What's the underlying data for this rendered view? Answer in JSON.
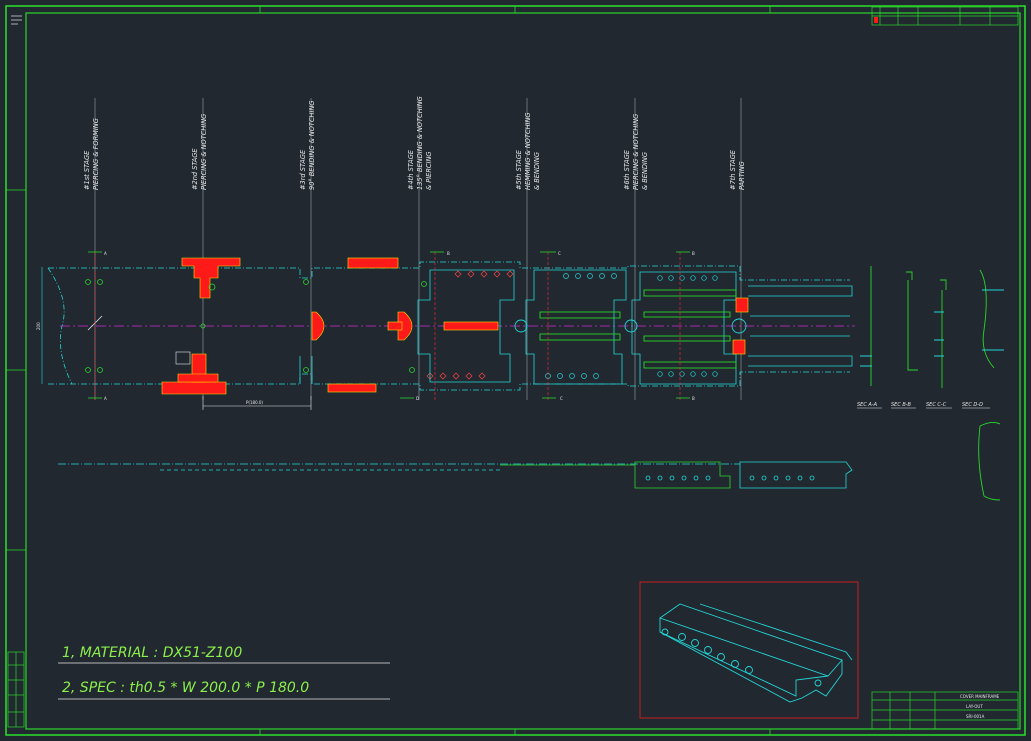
{
  "stages": [
    {
      "line1": "#1st STAGE",
      "line2": "PIERCING & FORMING",
      "line3": ""
    },
    {
      "line1": "#2nd STAGE",
      "line2": "PIERCING & NOTCHING",
      "line3": ""
    },
    {
      "line1": "#3rd STAGE",
      "line2": "90° BENDING & NOTCHING",
      "line3": ""
    },
    {
      "line1": "#4th STAGE",
      "line2": "135° BENDING & NOTCHING",
      "line3": "& PIERCING"
    },
    {
      "line1": "#5th STAGE",
      "line2": "HEMMING & NOTCHING",
      "line3": "& BENDING"
    },
    {
      "line1": "#6th STAGE",
      "line2": "PIERCING & NOTCHING",
      "line3": "& BENDING"
    },
    {
      "line1": "#7th STAGE",
      "line2": "PARTING",
      "line3": ""
    }
  ],
  "notes": {
    "material": "1, MATERIAL : DX51-Z100",
    "spec": "2, SPEC : th0.5 * W 200.0 * P 180.0"
  },
  "dimensions": {
    "pitch": "P(180.0)",
    "width": "200"
  },
  "section_markers": [
    "A",
    "B",
    "C",
    "D"
  ],
  "section_labels": [
    "SEC A-A",
    "SEC B-B",
    "SEC C-C",
    "SEC D-D"
  ],
  "title_block": {
    "part_name": "COVER MAINFRAME",
    "drawing": "LAY-OUT",
    "number": "SRI-001A"
  },
  "colors": {
    "background": "#212830",
    "border": "#2bd62b",
    "outline": "#23d6d6",
    "punch": "#ff1a1a",
    "center_line": "#d42ad4",
    "text": "#e8e8e8",
    "note": "#8cf04a",
    "view_frame": "#d42020"
  }
}
